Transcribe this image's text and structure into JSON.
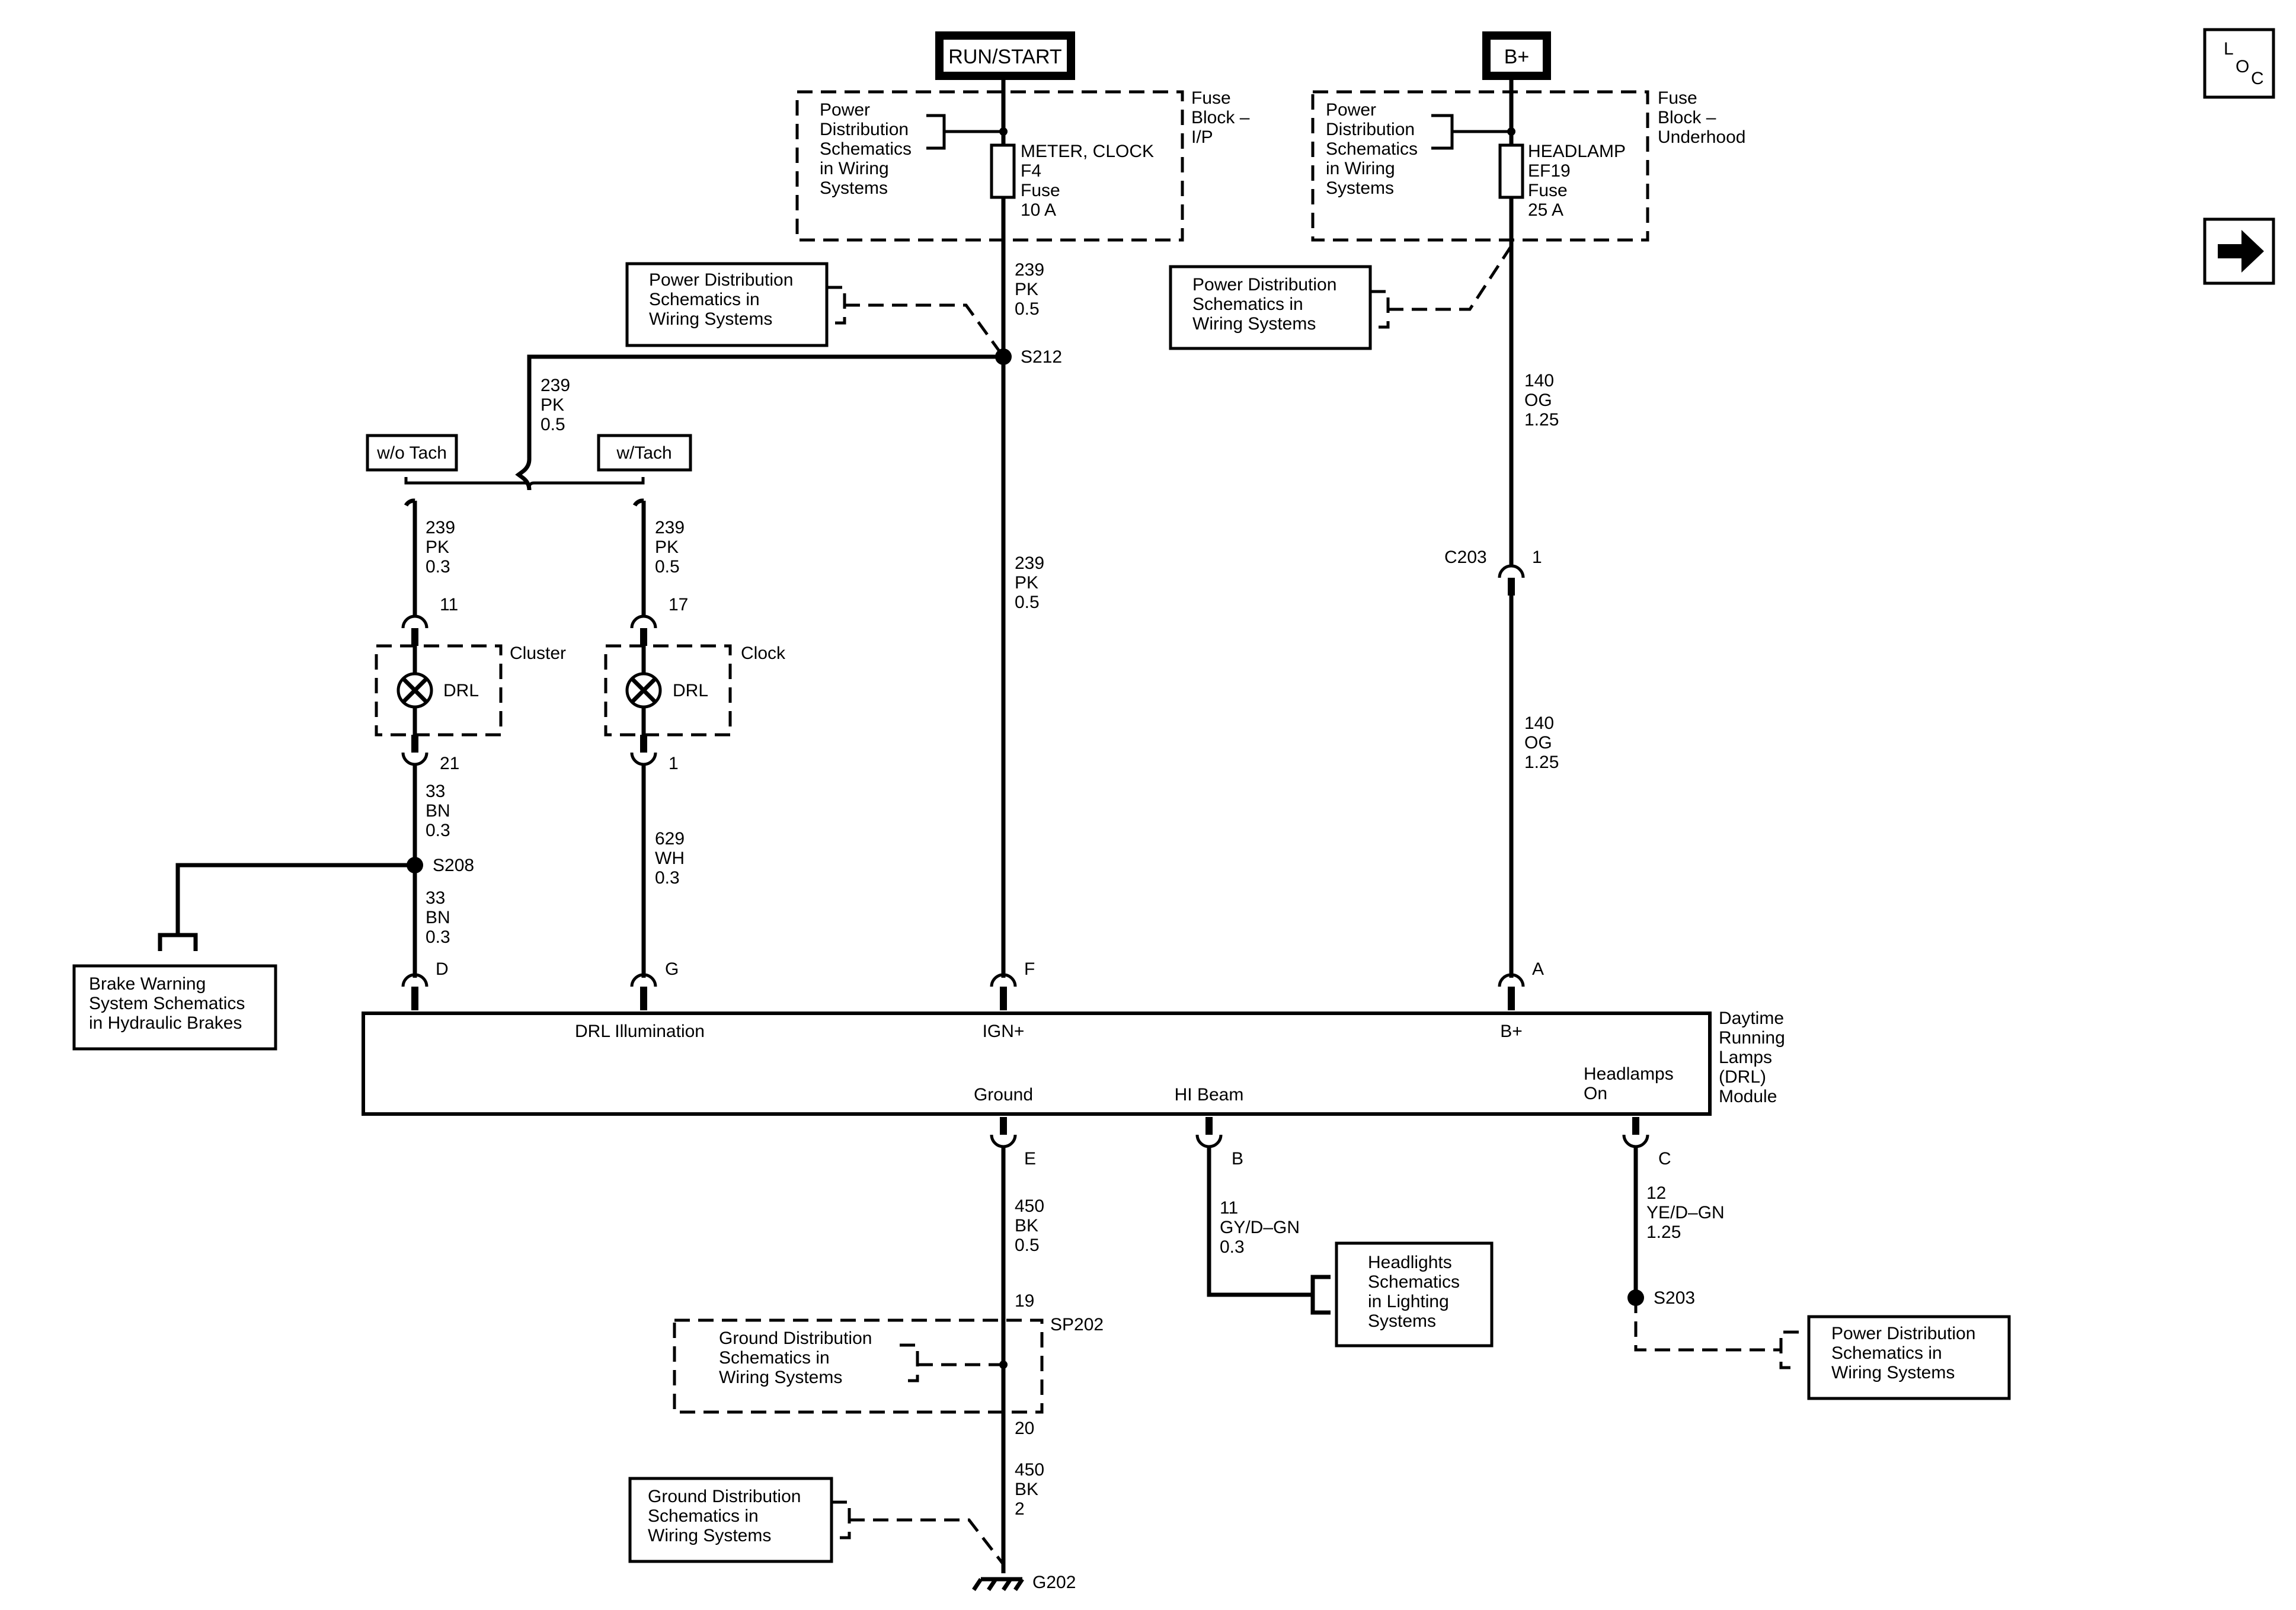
{
  "power_sources": {
    "run_start": "RUN/START",
    "b_plus": "B+"
  },
  "loc_icon": {
    "l": "L",
    "o": "O",
    "c": "C"
  },
  "fuse_block_ip": {
    "label_lines": [
      "Fuse",
      "Block –",
      "I/P"
    ],
    "ref_lines": [
      "Power",
      "Distribution",
      "Schematics",
      "in Wiring",
      "Systems"
    ],
    "fuse_lines": [
      "METER, CLOCK",
      "F4",
      "Fuse",
      "10 A"
    ]
  },
  "fuse_block_underhood": {
    "label_lines": [
      "Fuse",
      "Block –",
      "Underhood"
    ],
    "ref_lines": [
      "Power",
      "Distribution",
      "Schematics",
      "in Wiring",
      "Systems"
    ],
    "fuse_lines": [
      "HEADLAMP",
      "EF19",
      "Fuse",
      "25 A"
    ]
  },
  "refs": {
    "pd_s212": [
      "Power Distribution",
      "Schematics in",
      "Wiring Systems"
    ],
    "pd_underhood": [
      "Power Distribution",
      "Schematics in",
      "Wiring Systems"
    ],
    "brake": [
      "Brake Warning",
      "System Schematics",
      "in Hydraulic Brakes"
    ],
    "ground_sp202": [
      "Ground Distribution",
      "Schematics in",
      "Wiring Systems"
    ],
    "ground_g202": [
      "Ground Distribution",
      "Schematics in",
      "Wiring Systems"
    ],
    "headlights": [
      "Headlights",
      "Schematics",
      "in Lighting",
      "Systems"
    ],
    "pd_s203": [
      "Power Distribution",
      "Schematics in",
      "Wiring Systems"
    ]
  },
  "wires": {
    "w239_top": [
      "239",
      "PK",
      "0.5"
    ],
    "w239_branch": [
      "239",
      "PK",
      "0.5"
    ],
    "w239_cluster": [
      "239",
      "PK",
      "0.3"
    ],
    "w239_clock": [
      "239",
      "PK",
      "0.5"
    ],
    "w239_ign": [
      "239",
      "PK",
      "0.5"
    ],
    "w140_top": [
      "140",
      "OG",
      "1.25"
    ],
    "w140_bottom": [
      "140",
      "OG",
      "1.25"
    ],
    "w33_top": [
      "33",
      "BN",
      "0.3"
    ],
    "w33_bottom": [
      "33",
      "BN",
      "0.3"
    ],
    "w629": [
      "629",
      "WH",
      "0.3"
    ],
    "w450_top": [
      "450",
      "BK",
      "0.5"
    ],
    "w450_bottom": [
      "450",
      "BK",
      "2"
    ],
    "w11": [
      "11",
      "GY/D–GN",
      "0.3"
    ],
    "w12": [
      "12",
      "YE/D–GN",
      "1.25"
    ]
  },
  "splices": {
    "s212": "S212",
    "s208": "S208",
    "s203": "S203",
    "sp202": "SP202",
    "g202": "G202",
    "c203": "C203",
    "c203_pin": "1"
  },
  "options": {
    "wo_tach": "w/o Tach",
    "w_tach": "w/Tach"
  },
  "components": {
    "cluster": "Cluster",
    "clock": "Clock",
    "drl_lamp": "DRL"
  },
  "pins": {
    "cluster_in": "11",
    "cluster_out": "21",
    "clock_in": "17",
    "clock_out": "1",
    "d": "D",
    "g": "G",
    "f": "F",
    "a": "A",
    "e": "E",
    "b": "B",
    "c": "C",
    "sp202_in": "19",
    "sp202_out": "20"
  },
  "module": {
    "name_lines": [
      "Daytime",
      "Running",
      "Lamps",
      "(DRL)",
      "Module"
    ],
    "drl_illumination": "DRL Illumination",
    "ign_plus": "IGN+",
    "b_plus": "B+",
    "ground": "Ground",
    "hi_beam": "HI Beam",
    "headlamps_on_lines": [
      "Headlamps",
      "On"
    ]
  }
}
